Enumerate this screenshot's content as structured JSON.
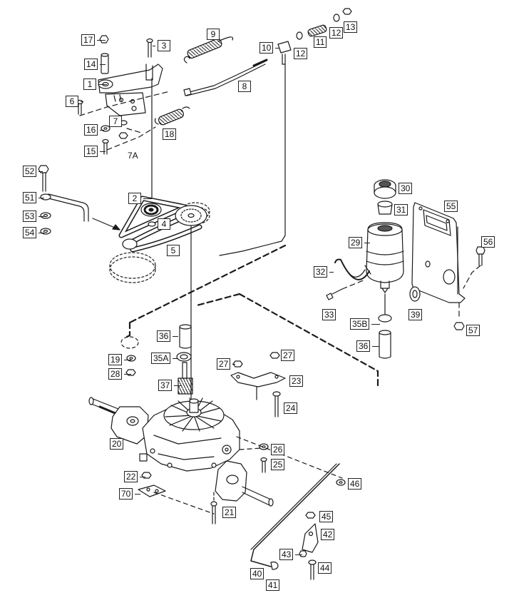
{
  "diagram": {
    "line_color": "#1a1a1a",
    "labels": [
      {
        "id": "17",
        "text": "17"
      },
      {
        "id": "3",
        "text": "3"
      },
      {
        "id": "9",
        "text": "9"
      },
      {
        "id": "10",
        "text": "10"
      },
      {
        "id": "12a",
        "text": "12"
      },
      {
        "id": "11",
        "text": "11"
      },
      {
        "id": "12b",
        "text": "12"
      },
      {
        "id": "13",
        "text": "13"
      },
      {
        "id": "14",
        "text": "14"
      },
      {
        "id": "1",
        "text": "1"
      },
      {
        "id": "8",
        "text": "8"
      },
      {
        "id": "6",
        "text": "6"
      },
      {
        "id": "16",
        "text": "16"
      },
      {
        "id": "7",
        "text": "7"
      },
      {
        "id": "18",
        "text": "18"
      },
      {
        "id": "15",
        "text": "15"
      },
      {
        "id": "7A",
        "text": "7A"
      },
      {
        "id": "52",
        "text": "52"
      },
      {
        "id": "51",
        "text": "51"
      },
      {
        "id": "53",
        "text": "53"
      },
      {
        "id": "54",
        "text": "54"
      },
      {
        "id": "2",
        "text": "2"
      },
      {
        "id": "4",
        "text": "4"
      },
      {
        "id": "5",
        "text": "5"
      },
      {
        "id": "30",
        "text": "30"
      },
      {
        "id": "31",
        "text": "31"
      },
      {
        "id": "55",
        "text": "55"
      },
      {
        "id": "29",
        "text": "29"
      },
      {
        "id": "56",
        "text": "56"
      },
      {
        "id": "32",
        "text": "32"
      },
      {
        "id": "33",
        "text": "33"
      },
      {
        "id": "39",
        "text": "39"
      },
      {
        "id": "35B",
        "text": "35B"
      },
      {
        "id": "57",
        "text": "57"
      },
      {
        "id": "36a",
        "text": "36"
      },
      {
        "id": "36b",
        "text": "36"
      },
      {
        "id": "35A",
        "text": "35A"
      },
      {
        "id": "19",
        "text": "19"
      },
      {
        "id": "28",
        "text": "28"
      },
      {
        "id": "27a",
        "text": "27"
      },
      {
        "id": "27b",
        "text": "27"
      },
      {
        "id": "23",
        "text": "23"
      },
      {
        "id": "37",
        "text": "37"
      },
      {
        "id": "24",
        "text": "24"
      },
      {
        "id": "20",
        "text": "20"
      },
      {
        "id": "26",
        "text": "26"
      },
      {
        "id": "25",
        "text": "25"
      },
      {
        "id": "22",
        "text": "22"
      },
      {
        "id": "70",
        "text": "70"
      },
      {
        "id": "46",
        "text": "46"
      },
      {
        "id": "21",
        "text": "21"
      },
      {
        "id": "45",
        "text": "45"
      },
      {
        "id": "42",
        "text": "42"
      },
      {
        "id": "43",
        "text": "43"
      },
      {
        "id": "44",
        "text": "44"
      },
      {
        "id": "40",
        "text": "40"
      },
      {
        "id": "41",
        "text": "41"
      }
    ]
  }
}
